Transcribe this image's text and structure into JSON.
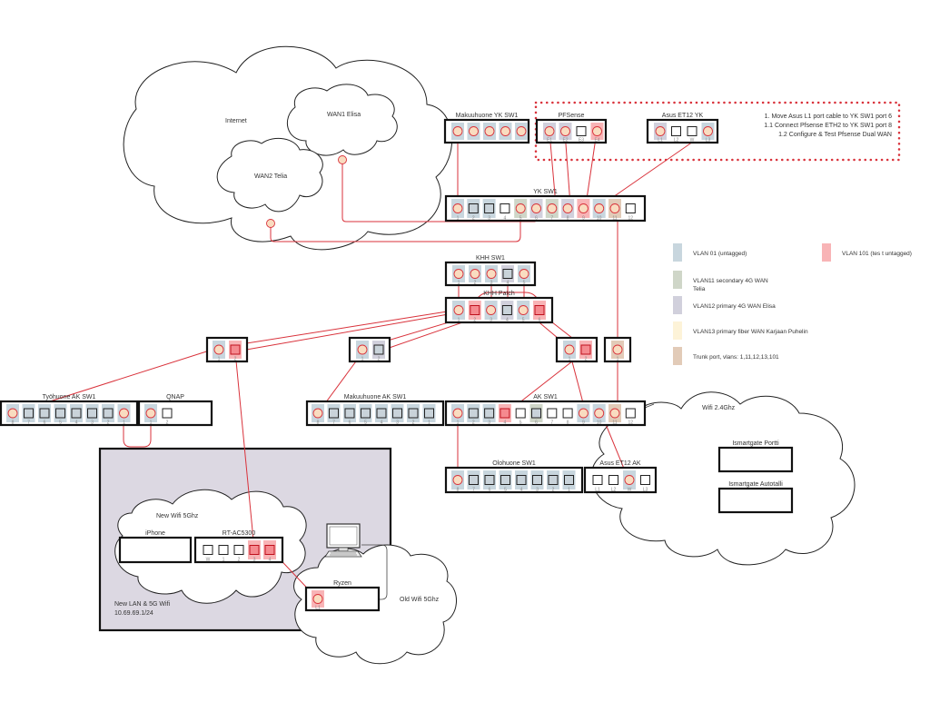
{
  "title": "Home network VLAN diagram",
  "colors": {
    "vlan01": "#c8d6de",
    "vlan11": "#cfd6c8",
    "vlan12": "#d1d0dc",
    "vlan13": "#fdf3d8",
    "vlan101": "#f8b4b6",
    "trunk": "#e2cbb8",
    "cable": "#d9323b",
    "portConnected": "#f9dcc0",
    "lanZone": "#dcd8e2",
    "todoBorder": "#d9323b"
  },
  "clouds": {
    "internet": "Internet",
    "wan1": "WAN1 Elisa",
    "wan2": "WAN2 Telia",
    "wifi24": "Wifi 2.4Ghz",
    "newWifi": "New Wifi 5Ghz",
    "oldWifi": "Old Wifi 5Ghz"
  },
  "todo": {
    "items": [
      "1. Move Asus L1 port cable to YK SW1 port 6",
      "1.1  Connect Pfsense ETH2 to YK SW1 port 8",
      "1.2 Configure & Test Pfsense Dual WAN"
    ]
  },
  "lanZone": {
    "line1": "New LAN & 5G Wifi",
    "line2": "10.69.69.1/24"
  },
  "legend": [
    {
      "tag": "01",
      "label": "VLAN 01 (untagged)",
      "color": "vlan01"
    },
    {
      "tag": "11",
      "label": "VLAN11 secondary 4G WAN",
      "label2": "Telia",
      "color": "vlan11"
    },
    {
      "tag": "12",
      "label": "VLAN12 primary 4G WAN Elisa",
      "color": "vlan12"
    },
    {
      "tag": "13",
      "label": "VLAN13 primary fiber WAN Karjaan Puhelin",
      "color": "vlan13"
    },
    {
      "tag": "TR",
      "label": "Trunk port, vlans: 1,11,12,13,101",
      "color": "trunk"
    },
    {
      "tag": "101",
      "label": "VLAN 101 (tes t untagged)",
      "color": "vlan101"
    }
  ],
  "devices": [
    {
      "id": "makuuhuone-yk-sw1",
      "name": "Makuuhuone YK SW1",
      "ports": [
        {
          "label": "",
          "vlan": "vlan01",
          "connected": true
        },
        {
          "label": "",
          "vlan": "vlan01",
          "connected": true
        },
        {
          "label": "",
          "vlan": "vlan01",
          "connected": true
        },
        {
          "label": "",
          "vlan": "vlan01",
          "connected": true
        },
        {
          "label": "",
          "vlan": "vlan01",
          "connected": true
        }
      ]
    },
    {
      "id": "pfsense",
      "name": "PFSense",
      "ports": [
        {
          "label": "E1",
          "vlan": "vlan12",
          "connected": true
        },
        {
          "label": "E2",
          "vlan": "vlan12",
          "connected": true
        },
        {
          "label": "E3",
          "vlan": "",
          "connected": false
        },
        {
          "label": "E4",
          "vlan": "vlan101",
          "connected": true
        }
      ]
    },
    {
      "id": "asus-et12-yk",
      "name": "Asus ET12 YK",
      "ports": [
        {
          "label": "L1",
          "vlan": "vlan12",
          "connected": true
        },
        {
          "label": "L2",
          "vlan": "",
          "connected": false
        },
        {
          "label": "W",
          "vlan": "",
          "connected": false
        },
        {
          "label": "L3",
          "vlan": "vlan01",
          "connected": true
        }
      ]
    },
    {
      "id": "yk-sw1",
      "name": "YK SW1",
      "ports": [
        {
          "label": "1",
          "vlan": "vlan01",
          "connected": true
        },
        {
          "label": "2",
          "vlan": "vlan01",
          "connected": false
        },
        {
          "label": "3",
          "vlan": "vlan01",
          "connected": false
        },
        {
          "label": "4",
          "vlan": "",
          "connected": false
        },
        {
          "label": "5",
          "vlan": "vlan11",
          "connected": true
        },
        {
          "label": "6",
          "vlan": "vlan12",
          "connected": true
        },
        {
          "label": "7",
          "vlan": "vlan11",
          "connected": true
        },
        {
          "label": "8",
          "vlan": "vlan12",
          "connected": true
        },
        {
          "label": "9",
          "vlan": "vlan101",
          "connected": true
        },
        {
          "label": "10",
          "vlan": "vlan01",
          "connected": true
        },
        {
          "label": "11",
          "vlan": "trunk",
          "connected": true
        },
        {
          "label": "12",
          "vlan": "",
          "connected": false
        }
      ]
    },
    {
      "id": "khh-sw1",
      "name": "KHH SW1",
      "ports": [
        {
          "label": "1",
          "vlan": "vlan01",
          "connected": true
        },
        {
          "label": "2",
          "vlan": "vlan01",
          "connected": true
        },
        {
          "label": "3",
          "vlan": "vlan01",
          "connected": true
        },
        {
          "label": "4",
          "vlan": "vlan12",
          "connected": false
        },
        {
          "label": "5",
          "vlan": "vlan01",
          "connected": true
        }
      ]
    },
    {
      "id": "khh-patch",
      "name": "KHH Patch",
      "ports": [
        {
          "label": "1",
          "vlan": "vlan01",
          "connected": true
        },
        {
          "label": "2",
          "vlan": "vlan101",
          "connected": false
        },
        {
          "label": "3",
          "vlan": "vlan01",
          "connected": true
        },
        {
          "label": "4",
          "vlan": "vlan12",
          "connected": false
        },
        {
          "label": "5",
          "vlan": "vlan01",
          "connected": true
        },
        {
          "label": "6",
          "vlan": "vlan101",
          "connected": false
        }
      ]
    },
    {
      "id": "wall-a",
      "name": "",
      "ports": [
        {
          "label": "1",
          "vlan": "vlan01",
          "connected": true
        },
        {
          "label": "2",
          "vlan": "vlan101",
          "connected": false
        }
      ]
    },
    {
      "id": "wall-b",
      "name": "",
      "ports": [
        {
          "label": "1",
          "vlan": "vlan01",
          "connected": true
        },
        {
          "label": "2",
          "vlan": "vlan12",
          "connected": false
        }
      ]
    },
    {
      "id": "wall-c",
      "name": "",
      "ports": [
        {
          "label": "1",
          "vlan": "vlan01",
          "connected": true
        },
        {
          "label": "2",
          "vlan": "vlan101",
          "connected": false
        }
      ]
    },
    {
      "id": "wall-d",
      "name": "",
      "ports": [
        {
          "label": "1",
          "vlan": "trunk",
          "connected": true
        }
      ]
    },
    {
      "id": "tyohuone-ak-sw1",
      "name": "Työhuone AK SW1",
      "ports": [
        {
          "label": "8",
          "vlan": "vlan01",
          "connected": true
        },
        {
          "label": "7",
          "vlan": "vlan01",
          "connected": false
        },
        {
          "label": "6",
          "vlan": "vlan01",
          "connected": false
        },
        {
          "label": "5",
          "vlan": "vlan01",
          "connected": false
        },
        {
          "label": "4",
          "vlan": "vlan01",
          "connected": false
        },
        {
          "label": "3",
          "vlan": "vlan01",
          "connected": false
        },
        {
          "label": "2",
          "vlan": "vlan01",
          "connected": false
        },
        {
          "label": "1",
          "vlan": "vlan01",
          "connected": true
        }
      ]
    },
    {
      "id": "qnap",
      "name": "QNAP",
      "ports": [
        {
          "label": "1",
          "vlan": "vlan01",
          "connected": true
        },
        {
          "label": "2",
          "vlan": "",
          "connected": false
        }
      ]
    },
    {
      "id": "makuuhuone-ak-sw1",
      "name": "Makuuhuone AK SW1",
      "ports": [
        {
          "label": "8",
          "vlan": "vlan01",
          "connected": true
        },
        {
          "label": "7",
          "vlan": "vlan01",
          "connected": false
        },
        {
          "label": "6",
          "vlan": "vlan01",
          "connected": false
        },
        {
          "label": "5",
          "vlan": "vlan01",
          "connected": false
        },
        {
          "label": "4",
          "vlan": "vlan01",
          "connected": false
        },
        {
          "label": "3",
          "vlan": "vlan01",
          "connected": false
        },
        {
          "label": "2",
          "vlan": "vlan01",
          "connected": false
        },
        {
          "label": "1",
          "vlan": "vlan01",
          "connected": false
        }
      ]
    },
    {
      "id": "ak-sw1",
      "name": "AK SW1",
      "ports": [
        {
          "label": "1",
          "vlan": "vlan01",
          "connected": true
        },
        {
          "label": "2",
          "vlan": "vlan01",
          "connected": false
        },
        {
          "label": "3",
          "vlan": "vlan01",
          "connected": false
        },
        {
          "label": "4",
          "vlan": "vlan101",
          "connected": false
        },
        {
          "label": "5",
          "vlan": "",
          "connected": false
        },
        {
          "label": "6",
          "vlan": "vlan11",
          "connected": false
        },
        {
          "label": "7",
          "vlan": "",
          "connected": false
        },
        {
          "label": "8",
          "vlan": "",
          "connected": false
        },
        {
          "label": "9",
          "vlan": "vlan01",
          "connected": true
        },
        {
          "label": "10",
          "vlan": "vlan01",
          "connected": true
        },
        {
          "label": "11",
          "vlan": "trunk",
          "connected": true
        },
        {
          "label": "12",
          "vlan": "",
          "connected": false
        }
      ]
    },
    {
      "id": "olohuone-sw1",
      "name": "Olohuone SW1",
      "ports": [
        {
          "label": "8",
          "vlan": "vlan01",
          "connected": true
        },
        {
          "label": "7",
          "vlan": "vlan01",
          "connected": false
        },
        {
          "label": "6",
          "vlan": "vlan01",
          "connected": false
        },
        {
          "label": "5",
          "vlan": "vlan01",
          "connected": false
        },
        {
          "label": "4",
          "vlan": "vlan01",
          "connected": false
        },
        {
          "label": "3",
          "vlan": "vlan01",
          "connected": false
        },
        {
          "label": "2",
          "vlan": "vlan01",
          "connected": false
        },
        {
          "label": "1",
          "vlan": "vlan01",
          "connected": false
        }
      ]
    },
    {
      "id": "asus-et12-ak",
      "name": "Asus ET12 AK",
      "ports": [
        {
          "label": "L1",
          "vlan": "",
          "connected": false
        },
        {
          "label": "L2",
          "vlan": "",
          "connected": false
        },
        {
          "label": "W",
          "vlan": "vlan01",
          "connected": true
        },
        {
          "label": "L3",
          "vlan": "",
          "connected": false
        }
      ]
    },
    {
      "id": "rt-ac5300",
      "name": "RT-AC5300",
      "ports": [
        {
          "label": "W",
          "vlan": "",
          "connected": false
        },
        {
          "label": "1",
          "vlan": "",
          "connected": false
        },
        {
          "label": "2",
          "vlan": "",
          "connected": false
        },
        {
          "label": "3",
          "vlan": "vlan101",
          "connected": false
        },
        {
          "label": "4",
          "vlan": "vlan101",
          "connected": false
        }
      ]
    },
    {
      "id": "ryzen",
      "name": "Ryzen",
      "ports": [
        {
          "label": "L1",
          "vlan": "vlan101",
          "connected": true
        }
      ]
    },
    {
      "id": "iphone",
      "name": "iPhone",
      "ports": []
    },
    {
      "id": "ismartgate-portti",
      "name": "Ismartgate Portti",
      "ports": []
    },
    {
      "id": "ismartgate-autotalli",
      "name": "Ismartgate Autotalli",
      "ports": []
    }
  ]
}
